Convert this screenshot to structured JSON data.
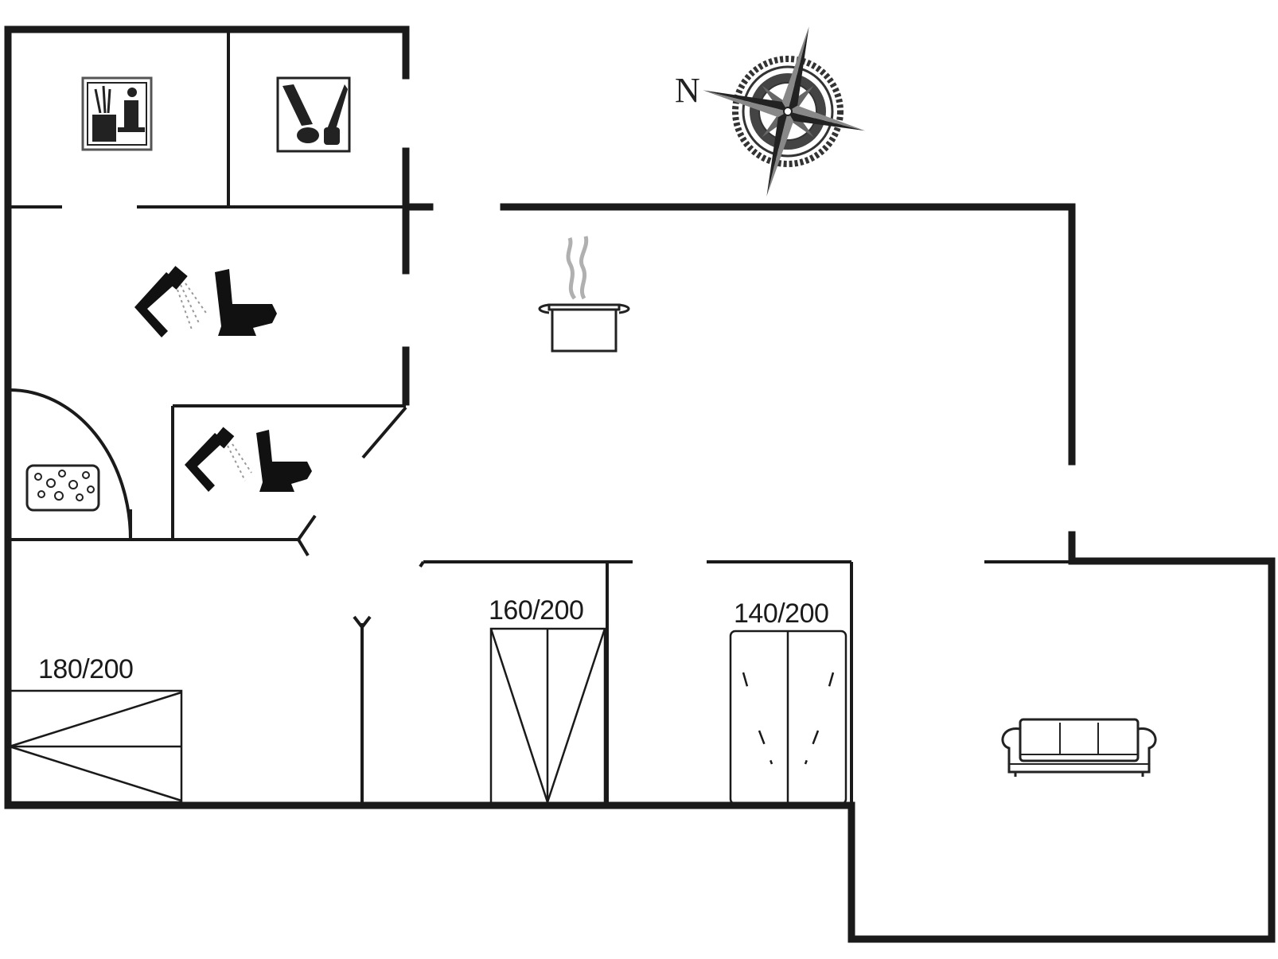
{
  "compass": {
    "north_label": "N"
  },
  "beds": [
    {
      "id": "bed-left",
      "size": "180/200"
    },
    {
      "id": "bed-middle",
      "size": "160/200"
    },
    {
      "id": "bed-right",
      "size": "140/200"
    }
  ],
  "rooms": [
    {
      "id": "utility-washer",
      "icon": "washing-machine-icon"
    },
    {
      "id": "utility-storage",
      "icon": "cleaning-tools-icon"
    },
    {
      "id": "bathroom-main",
      "icons": [
        "shower-icon",
        "toilet-icon"
      ]
    },
    {
      "id": "bathroom-small",
      "icons": [
        "shower-icon",
        "toilet-icon"
      ]
    },
    {
      "id": "spa",
      "icon": "whirlpool-icon"
    },
    {
      "id": "kitchen",
      "icon": "cooking-pot-icon"
    },
    {
      "id": "living-room",
      "icon": "sofa-icon"
    }
  ],
  "colors": {
    "wall": "#1a1a1a",
    "steam": "#b0b0b0",
    "background": "#ffffff"
  }
}
